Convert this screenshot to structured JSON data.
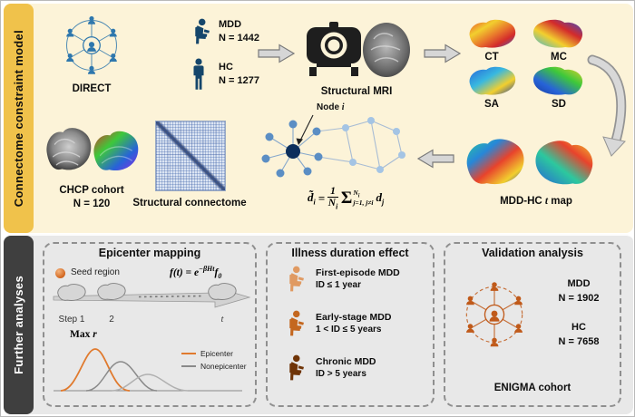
{
  "top_section": {
    "label": "Connectome constraint model",
    "direct": {
      "label": "DIRECT"
    },
    "cohort": {
      "mdd_label": "MDD",
      "mdd_n": "N = 1442",
      "hc_label": "HC",
      "hc_n": "N = 1277"
    },
    "mri_label": "Structural MRI",
    "surface_maps": {
      "ct": "CT",
      "mc": "MC",
      "sa": "SA",
      "sd": "SD"
    },
    "chcp": {
      "line1": "CHCP cohort",
      "line2": "N = 120"
    },
    "connectome_label": "Structural connectome",
    "node_diagram": {
      "label_pre": "Node ",
      "label_i": "i"
    },
    "formula": {
      "d": "d̃",
      "d_sub": "i",
      "eq": "=",
      "num": "1",
      "den_base": "N",
      "den_sub": "i",
      "sigma": "Σ",
      "sup_base": "N",
      "sup_sub": "i",
      "lower": "j=1, j≠i",
      "term_base": "d",
      "term_sub": "j"
    },
    "tmap": {
      "pre": "MDD-HC ",
      "t": "t",
      "post": " map"
    }
  },
  "bottom_section": {
    "label": "Further analyses",
    "epicenter": {
      "title": "Epicenter mapping",
      "seed_label": "Seed region",
      "formula": {
        "pre": "f(t) = e",
        "sup": "−βHt",
        "base": "f",
        "sub": "0"
      },
      "steps": [
        "Step 1",
        "2",
        "t"
      ],
      "max_label_pre": "Max ",
      "max_label_r": "r",
      "legend": [
        {
          "label": "Epicenter",
          "color": "#e07a2e"
        },
        {
          "label": "Nonepicenter",
          "color": "#8a8a8a"
        }
      ]
    },
    "illness": {
      "title": "Illness duration effect",
      "items": [
        {
          "label": "First-episode MDD",
          "sub": "ID ≤ 1 year",
          "color": "#e09a62"
        },
        {
          "label": "Early-stage MDD",
          "sub": "1 < ID ≤ 5 years",
          "color": "#c4671f"
        },
        {
          "label": "Chronic MDD",
          "sub": "ID > 5 years",
          "color": "#6f3407"
        }
      ]
    },
    "validation": {
      "title": "Validation analysis",
      "mdd_label": "MDD",
      "mdd_n": "N = 1902",
      "hc_label": "HC",
      "hc_n": "N = 7658",
      "cohort": "ENIGMA cohort"
    }
  },
  "colors": {
    "top_bg": "#fcf3d8",
    "top_band": "#f0c24b",
    "bottom_bg": "#e8e8e8",
    "bottom_band": "#3f3f3f",
    "blue_icon": "#2e77ad",
    "dark_blue_icon": "#15466b",
    "orange_icon": "#c05a1a"
  }
}
